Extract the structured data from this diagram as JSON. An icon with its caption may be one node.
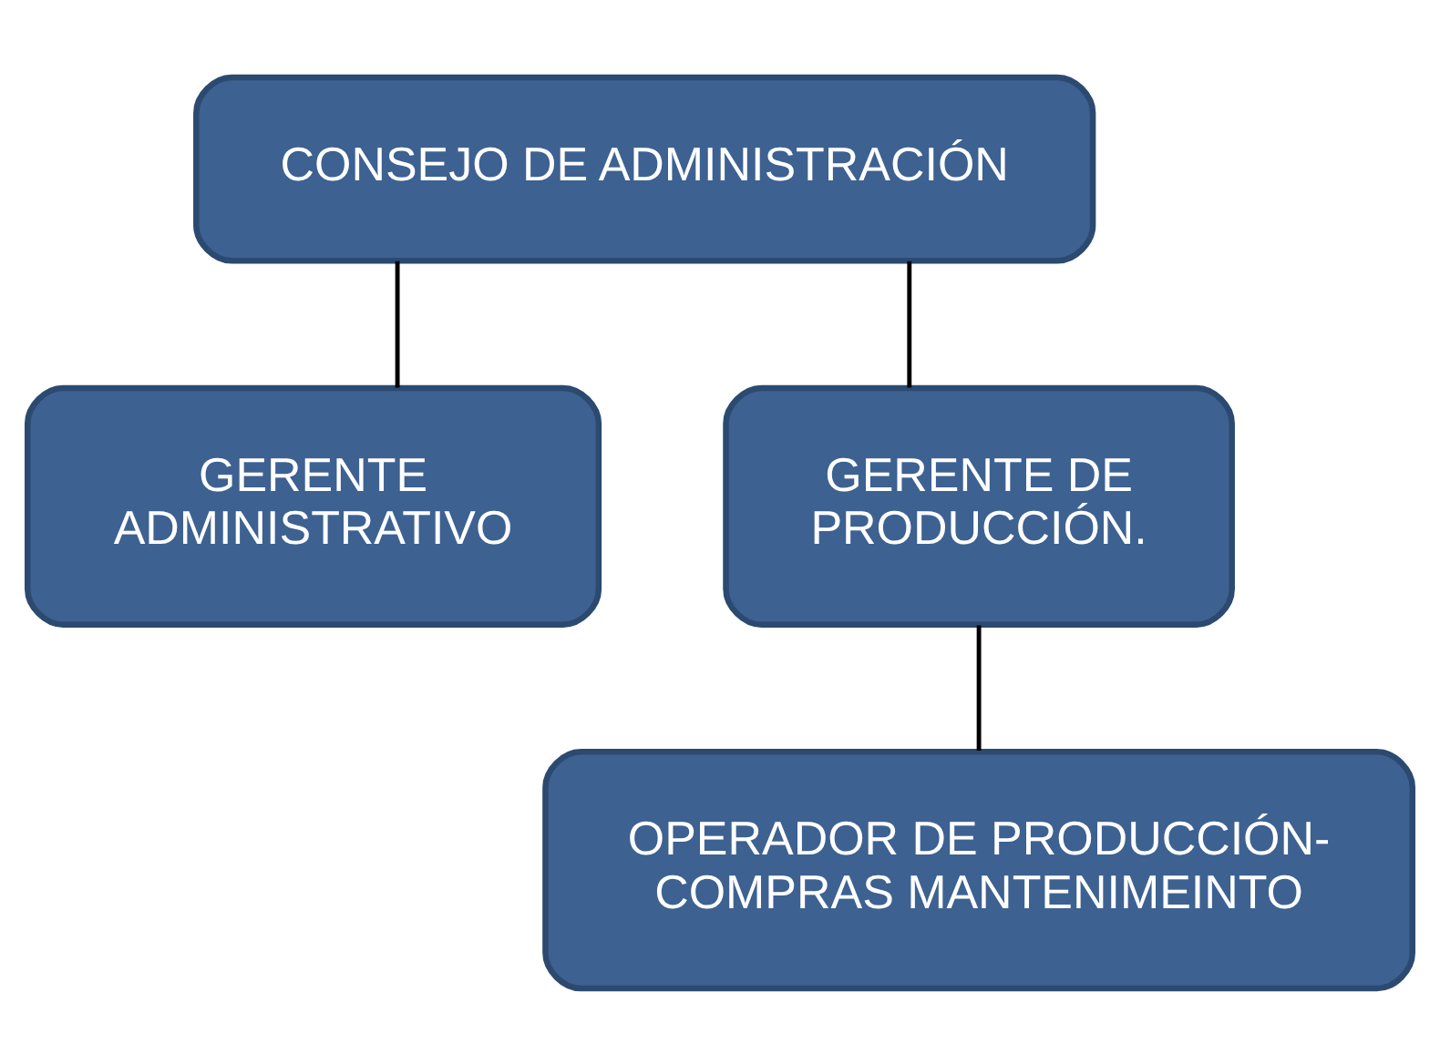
{
  "diagram": {
    "nodes": [
      {
        "text": [
          "CONSEJO DE ADMINISTRACIÓN"
        ]
      },
      {
        "text": [
          "GERENTE ADMINISTRATIVO"
        ]
      },
      {
        "text": [
          "GERENTE DE PRODUCCIÓN."
        ]
      },
      {
        "text": [
          "OPERADOR DE PRODUCCIÓN-COMPRAS MANTENIMEINTO"
        ]
      }
    ],
    "edges": [
      {
        "from": 0,
        "to": 1,
        "arrow": "none"
      },
      {
        "from": 0,
        "to": 2,
        "arrow": "none"
      },
      {
        "from": 2,
        "to": 3,
        "arrow": "none"
      }
    ]
  }
}
